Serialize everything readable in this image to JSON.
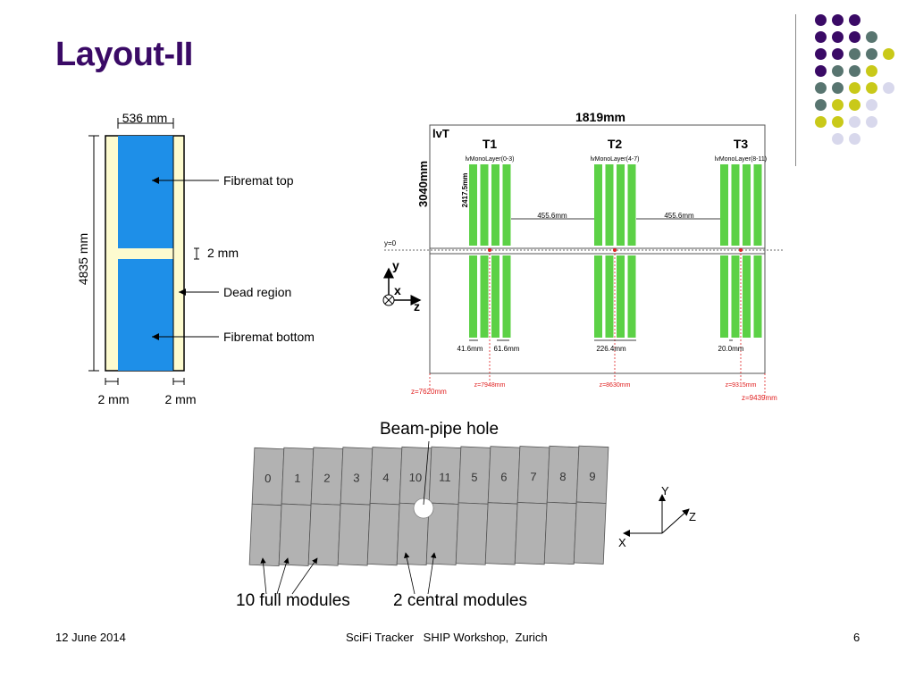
{
  "slide": {
    "title": "Layout-II",
    "footer": {
      "date": "12 June 2014",
      "center": "SciFi Tracker   SHIP Workshop,  Zurich",
      "page": "6"
    }
  },
  "colors": {
    "title": "#3a0a66",
    "fibremat": "#1e8fe8",
    "dead": "#fdfbcf",
    "layer": "#5cd146",
    "module": "#b2b2b2",
    "red": "#e02020"
  },
  "decor_dots": [
    "#3a0a66",
    "#587570",
    "#c9c919",
    "#d8d8ec"
  ],
  "fibremat_panel": {
    "width_label": "536 mm",
    "height_label": "4835 mm",
    "gap_label": "2 mm",
    "left_margin_label": "2 mm",
    "right_margin_label": "2 mm",
    "labels": {
      "top": "Fibremat top",
      "dead": "Dead region",
      "bottom": "Fibremat bottom"
    }
  },
  "layout_panel": {
    "width_label": "1819mm",
    "box_label": "lvT",
    "height_label": "3040mm",
    "layer_height_label": "2417.5mm",
    "y0_label": "y=0",
    "stations": [
      {
        "name": "T1",
        "layers": "lvMonoLayer(0-3)",
        "z": "z=7948mm"
      },
      {
        "name": "T2",
        "layers": "lvMonoLayer(4-7)",
        "z": "z=8630mm"
      },
      {
        "name": "T3",
        "layers": "lvMonoLayer(8-11)",
        "z": "z=9315mm"
      }
    ],
    "spacing_labels": [
      "455.6mm",
      "455.6mm"
    ],
    "dims": {
      "layer_width": "41.6mm",
      "layer_gap": "61.6mm",
      "station_width": "226.4mm",
      "t3_gap": "20.0mm"
    },
    "z_start": "z=7620mm",
    "z_end": "z=9439mm",
    "axes": {
      "y": "y",
      "x": "x",
      "z": "z"
    }
  },
  "modules_panel": {
    "beam_pipe_label": "Beam-pipe hole",
    "modules": [
      "0",
      "1",
      "2",
      "3",
      "4",
      "10",
      "11",
      "5",
      "6",
      "7",
      "8",
      "9"
    ],
    "full_label": "10 full modules",
    "central_label": "2 central modules",
    "axes": {
      "x": "X",
      "y": "Y",
      "z": "Z"
    }
  }
}
